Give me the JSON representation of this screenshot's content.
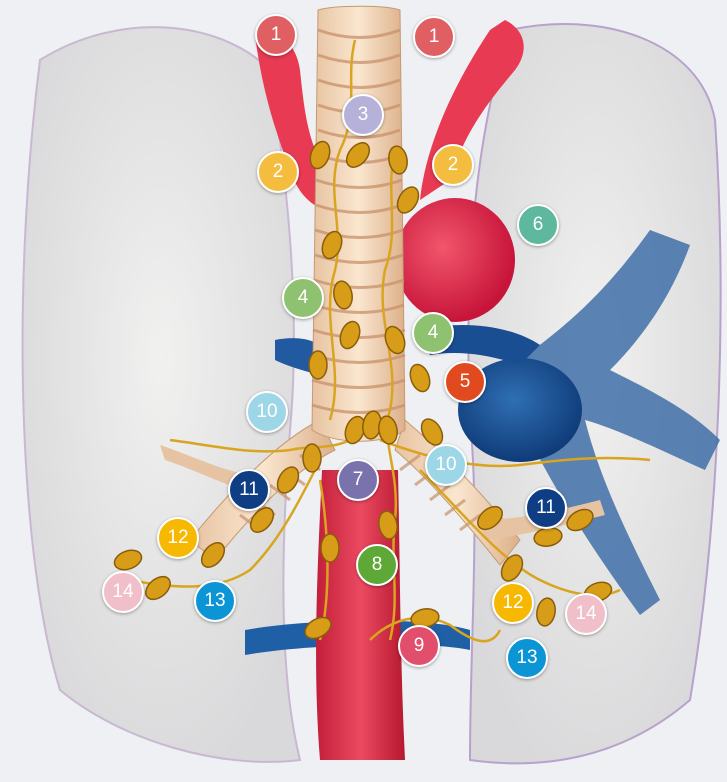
{
  "colors": {
    "c1": "#e05f63",
    "c2": "#f4bd3f",
    "c3": "#b6b1d8",
    "c4": "#8fc270",
    "c5": "#e04a1e",
    "c6": "#5db89d",
    "c7": "#7a72ad",
    "c8": "#5ea838",
    "c9": "#e24f6c",
    "c10": "#9dd6e6",
    "c11": "#0f3e84",
    "c12": "#f6b800",
    "c13": "#0b95d4",
    "c14": "#f0bfc9"
  },
  "labels": [
    {
      "id": "1a",
      "text": "1",
      "color": "c1"
    },
    {
      "id": "1b",
      "text": "1",
      "color": "c1"
    },
    {
      "id": "2a",
      "text": "2",
      "color": "c2"
    },
    {
      "id": "2b",
      "text": "2",
      "color": "c2"
    },
    {
      "id": "3",
      "text": "3",
      "color": "c3"
    },
    {
      "id": "4a",
      "text": "4",
      "color": "c4"
    },
    {
      "id": "4b",
      "text": "4",
      "color": "c4"
    },
    {
      "id": "5",
      "text": "5",
      "color": "c5"
    },
    {
      "id": "6",
      "text": "6",
      "color": "c6"
    },
    {
      "id": "7",
      "text": "7",
      "color": "c7"
    },
    {
      "id": "8",
      "text": "8",
      "color": "c8"
    },
    {
      "id": "9",
      "text": "9",
      "color": "c9"
    },
    {
      "id": "10a",
      "text": "10",
      "color": "c10"
    },
    {
      "id": "10b",
      "text": "10",
      "color": "c10"
    },
    {
      "id": "11a",
      "text": "11",
      "color": "c11"
    },
    {
      "id": "11b",
      "text": "11",
      "color": "c11"
    },
    {
      "id": "12a",
      "text": "12",
      "color": "c12"
    },
    {
      "id": "12b",
      "text": "12",
      "color": "c12"
    },
    {
      "id": "13a",
      "text": "13",
      "color": "c13"
    },
    {
      "id": "13b",
      "text": "13",
      "color": "c13"
    },
    {
      "id": "14a",
      "text": "14",
      "color": "c14"
    },
    {
      "id": "14b",
      "text": "14",
      "color": "c14"
    }
  ]
}
